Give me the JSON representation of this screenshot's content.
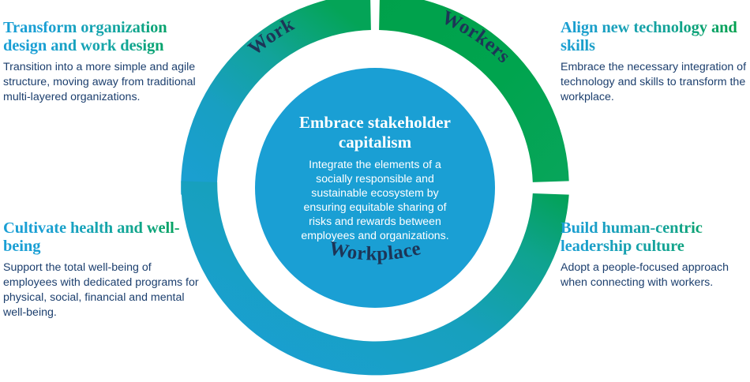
{
  "colors": {
    "blue": "#1a9fd4",
    "teal": "#17a3a6",
    "green": "#00a14b",
    "navy": "#1d3557",
    "body_text": "#1c3f6e",
    "center_fill": "#1a9fd4",
    "white": "#ffffff"
  },
  "center": {
    "heading": "Embrace stakeholder capitalism",
    "body": "Integrate the elements of a socially responsible and sustainable ecosystem by ensuring equitable sharing of risks and rewards between employees and organizations."
  },
  "ring": {
    "segments": [
      {
        "label": "Work",
        "position": "top-left"
      },
      {
        "label": "Workers",
        "position": "top-right"
      },
      {
        "label": "Workplace",
        "position": "bottom"
      }
    ]
  },
  "callouts": [
    {
      "id": "top-left",
      "heading": "Transform organization design and work design",
      "body": "Transition into a more simple and agile structure, moving away from traditional multi-layered organizations."
    },
    {
      "id": "top-right",
      "heading": "Align new technology and skills",
      "body": "Embrace the necessary integration of technology and skills to transform the workplace."
    },
    {
      "id": "bottom-left",
      "heading": "Cultivate health and well-being",
      "body": "Support the total well-being of employees with dedicated programs for physical, social, financial and mental well-being."
    },
    {
      "id": "bottom-right",
      "heading": "Build human-centric leadership culture",
      "body": "Adopt a people-focused approach when connecting with workers."
    }
  ]
}
